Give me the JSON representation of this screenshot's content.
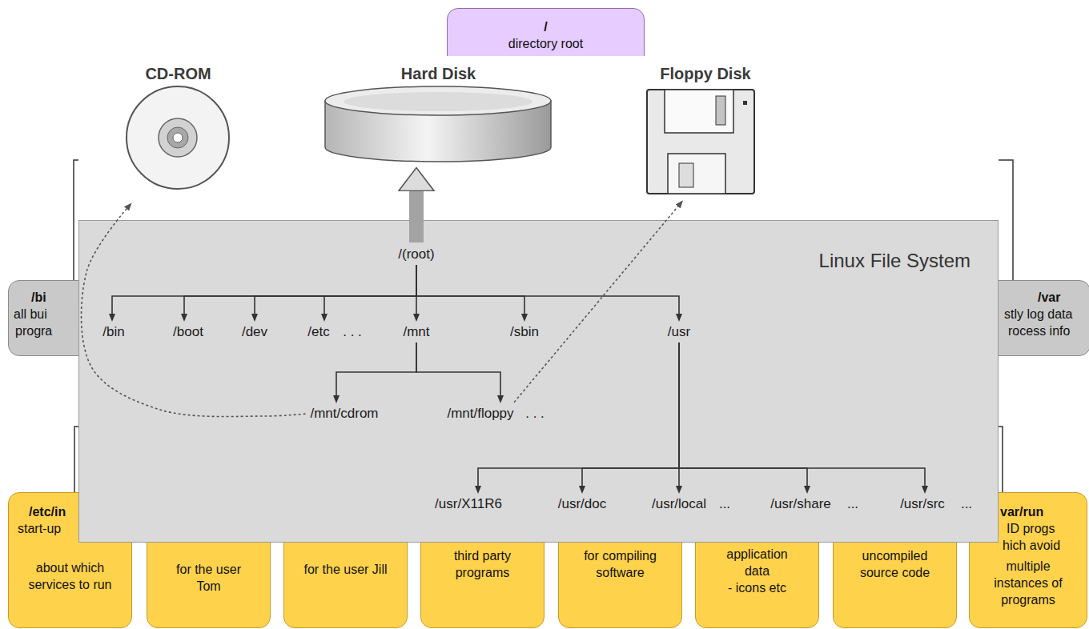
{
  "diagram": {
    "nodes": [
      {
        "text": [
          "/",
          "directory root"
        ]
      },
      {
        "text": [
          "CD-ROM"
        ]
      },
      {
        "text": [
          "Hard Disk"
        ]
      },
      {
        "text": [
          "Floppy Disk"
        ]
      },
      {
        "text": [
          "/bi",
          "all bui",
          "progra"
        ]
      },
      {
        "text": [
          "Linux File System"
        ]
      },
      {
        "text": [
          "/(root)"
        ],
        "in": 5
      },
      {
        "text": [
          "/bin"
        ],
        "in": 5
      },
      {
        "text": [
          "/boot"
        ],
        "in": 5
      },
      {
        "text": [
          "/dev"
        ],
        "in": 5
      },
      {
        "text": [
          "/etc"
        ],
        "in": 5
      },
      {
        "text": [
          "/mnt"
        ],
        "in": 5
      },
      {
        "text": [
          "/sbin"
        ],
        "in": 5
      },
      {
        "text": [
          "/usr"
        ],
        "in": 5
      },
      {
        "text": [
          "/mnt/cdrom"
        ],
        "in": 5
      },
      {
        "text": [
          "/mnt/floppy"
        ],
        "in": 5
      },
      {
        "text": [
          "/usr/X11R6"
        ],
        "in": 5
      },
      {
        "text": [
          "/usr/doc"
        ],
        "in": 5
      },
      {
        "text": [
          "/usr/local"
        ],
        "in": 5
      },
      {
        "text": [
          "/usr/share"
        ],
        "in": 5
      },
      {
        "text": [
          "/usr/src"
        ],
        "in": 5
      },
      {
        "text": [
          "/var",
          "stly log data",
          "rocess info"
        ]
      },
      {
        "text": [
          "/etc/in",
          "start-up",
          "about which services to run"
        ]
      },
      {
        "text": [
          "for the user Tom"
        ]
      },
      {
        "text": [
          "for the user Jill"
        ]
      },
      {
        "text": [
          "third party programs"
        ]
      },
      {
        "text": [
          "for compiling software"
        ]
      },
      {
        "text": [
          "application data",
          "- icons etc"
        ]
      },
      {
        "text": [
          "uncompiled source code"
        ]
      },
      {
        "text": [
          "var/run",
          "ID progs",
          "hich avoid",
          "multiple instances of programs"
        ]
      }
    ],
    "edges": [
      {
        "from": 0,
        "to": 4,
        "arrow": "none"
      },
      {
        "from": 0,
        "to": 21,
        "arrow": "none"
      },
      {
        "from": 6,
        "to": 2,
        "arrow": "to"
      },
      {
        "from": 6,
        "to": 7,
        "arrow": "to"
      },
      {
        "from": 6,
        "to": 8,
        "arrow": "to"
      },
      {
        "from": 6,
        "to": 9,
        "arrow": "to"
      },
      {
        "from": 6,
        "to": 10,
        "arrow": "to"
      },
      {
        "from": 6,
        "to": 11,
        "arrow": "to"
      },
      {
        "from": 6,
        "to": 12,
        "arrow": "to"
      },
      {
        "from": 6,
        "to": 13,
        "arrow": "to"
      },
      {
        "from": 11,
        "to": 14,
        "arrow": "to"
      },
      {
        "from": 11,
        "to": 15,
        "arrow": "to"
      },
      {
        "from": 13,
        "to": 16,
        "arrow": "to"
      },
      {
        "from": 13,
        "to": 17,
        "arrow": "to"
      },
      {
        "from": 13,
        "to": 18,
        "arrow": "to"
      },
      {
        "from": 13,
        "to": 19,
        "arrow": "to"
      },
      {
        "from": 13,
        "to": 20,
        "arrow": "to"
      },
      {
        "from": 14,
        "to": 1,
        "arrow": "to"
      },
      {
        "from": 15,
        "to": 3,
        "arrow": "to"
      }
    ],
    "labels": [
      ". . .",
      ". . .",
      "...",
      "...",
      "..."
    ]
  }
}
